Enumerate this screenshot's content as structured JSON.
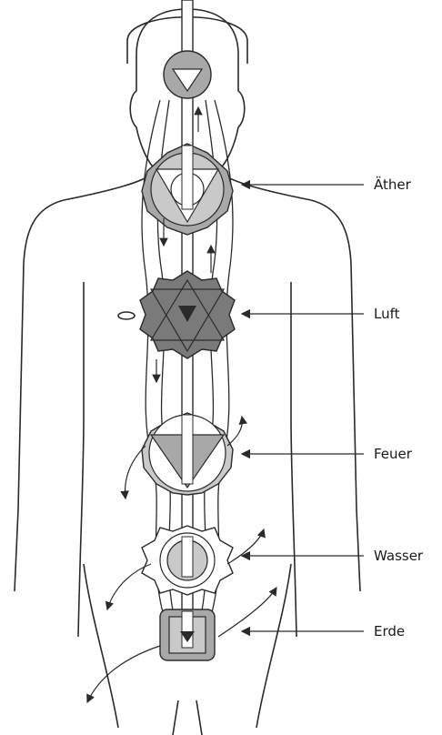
{
  "labels": {
    "aether": "Äther",
    "air": "Luft",
    "fire": "Feuer",
    "water": "Wasser",
    "earth": "Erde"
  },
  "colors": {
    "line": "#2a2a2a",
    "fill_light": "#c9c9c9",
    "fill_mid": "#a8a8a8",
    "fill_dark": "#7a7a7a",
    "background": "#ffffff"
  },
  "icons": [
    "human-figure-outline",
    "chakra-aether",
    "chakra-air",
    "chakra-fire",
    "chakra-water",
    "chakra-earth",
    "arrow-left-icon"
  ]
}
